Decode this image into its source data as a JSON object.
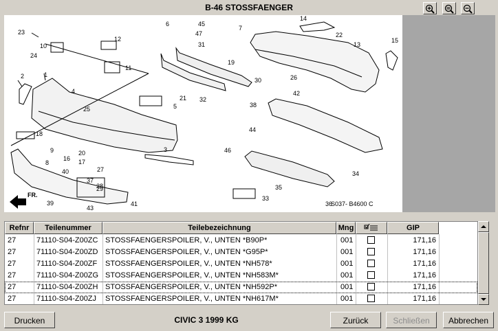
{
  "window": {
    "title": "B-46 STOSSFAENGER"
  },
  "toolbar": {
    "zoom_in": "zoom-in-icon",
    "zoom_fit": "zoom-fit-icon",
    "zoom_out": "zoom-out-icon"
  },
  "diagram": {
    "code": "S037- B4600 C",
    "direction": "FR.",
    "callouts": [
      "1",
      "2",
      "3",
      "4",
      "5",
      "6",
      "7",
      "8",
      "9",
      "10",
      "11",
      "12",
      "13",
      "14",
      "15",
      "16",
      "17",
      "18",
      "19",
      "20",
      "21",
      "22",
      "23",
      "24",
      "25",
      "26",
      "27",
      "28",
      "29",
      "30",
      "31",
      "32",
      "33",
      "34",
      "35",
      "36",
      "37",
      "38",
      "39",
      "40",
      "41",
      "42",
      "43",
      "44",
      "45",
      "46",
      "47"
    ]
  },
  "table": {
    "headers": {
      "refnr": "Refnr",
      "teilenummer": "Teilenummer",
      "teilebezeichnung": "Teilebezeichnung",
      "mng": "Mng",
      "gip": "GIP"
    },
    "rows": [
      {
        "refnr": "27",
        "teilenummer": "71110-S04-Z00ZC",
        "bezeichnung": "STOSSFAENGERSPOILER, V., UNTEN *B90P*",
        "mng": "001",
        "gip": "171,16"
      },
      {
        "refnr": "27",
        "teilenummer": "71110-S04-Z00ZD",
        "bezeichnung": "STOSSFAENGERSPOILER, V., UNTEN *G95P*",
        "mng": "001",
        "gip": "171,16"
      },
      {
        "refnr": "27",
        "teilenummer": "71110-S04-Z00ZF",
        "bezeichnung": "STOSSFAENGERSPOILER, V., UNTEN *NH578*",
        "mng": "001",
        "gip": "171,16"
      },
      {
        "refnr": "27",
        "teilenummer": "71110-S04-Z00ZG",
        "bezeichnung": "STOSSFAENGERSPOILER, V., UNTEN *NH583M*",
        "mng": "001",
        "gip": "171,16"
      },
      {
        "refnr": "27",
        "teilenummer": "71110-S04-Z00ZH",
        "bezeichnung": "STOSSFAENGERSPOILER, V., UNTEN *NH592P*",
        "mng": "001",
        "gip": "171,16"
      },
      {
        "refnr": "27",
        "teilenummer": "71110-S04-Z00ZJ",
        "bezeichnung": "STOSSFAENGERSPOILER, V., UNTEN *NH617M*",
        "mng": "001",
        "gip": "171,16"
      }
    ]
  },
  "footer": {
    "print_label": "Drucken",
    "vehicle_label": "CIVIC  3  1999  KG",
    "back_label": "Zurück",
    "close_label": "Schließen",
    "cancel_label": "Abbrechen"
  }
}
